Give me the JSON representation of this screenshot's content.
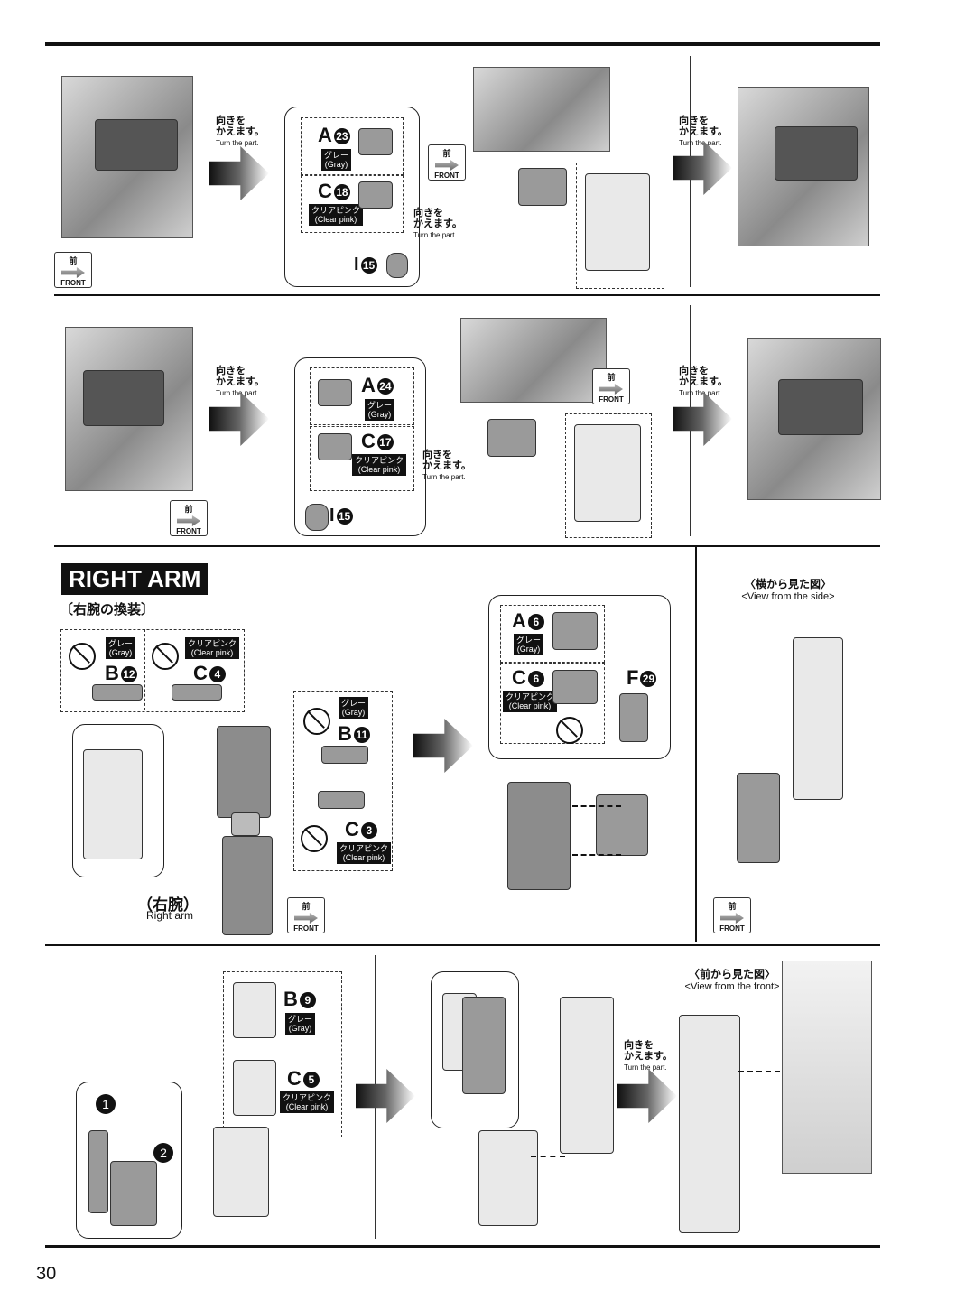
{
  "page_number": "30",
  "front_label": {
    "jp": "前",
    "en": "FRONT"
  },
  "turn": {
    "jp1": "向きを",
    "jp2": "かえます。",
    "en": "Turn the part."
  },
  "gray": {
    "jp": "グレー",
    "en": "(Gray)"
  },
  "clear_pink": {
    "jp": "クリアピンク",
    "en": "(Clear pink)"
  },
  "row1": {
    "a_letter": "A",
    "a_num": "23",
    "c_letter": "C",
    "c_num": "18",
    "i_letter": "I",
    "i_num": "15"
  },
  "row2": {
    "a_letter": "A",
    "a_num": "24",
    "c_letter": "C",
    "c_num": "17",
    "i_letter": "I",
    "i_num": "15"
  },
  "right_arm": {
    "title": "RIGHT ARM",
    "subtitle": "〔右腕の換装〕",
    "b12": "B",
    "b12_num": "12",
    "c4": "C",
    "c4_num": "4",
    "b11": "B",
    "b11_num": "11",
    "c3": "C",
    "c3_num": "3",
    "label_jp": "（右腕）",
    "label_en": "Right arm",
    "a6": "A",
    "a6_num": "6",
    "c6": "C",
    "c6_num": "6",
    "f29": "F",
    "f29_num": "29",
    "side_view_jp": "〈横から見た図〉",
    "side_view_en": "<View from the side>"
  },
  "row4": {
    "b9": "B",
    "b9_num": "9",
    "c5": "C",
    "c5_num": "5",
    "step1": "1",
    "step2": "2",
    "front_view_jp": "〈前から見た図〉",
    "front_view_en": "<View from the front>"
  }
}
